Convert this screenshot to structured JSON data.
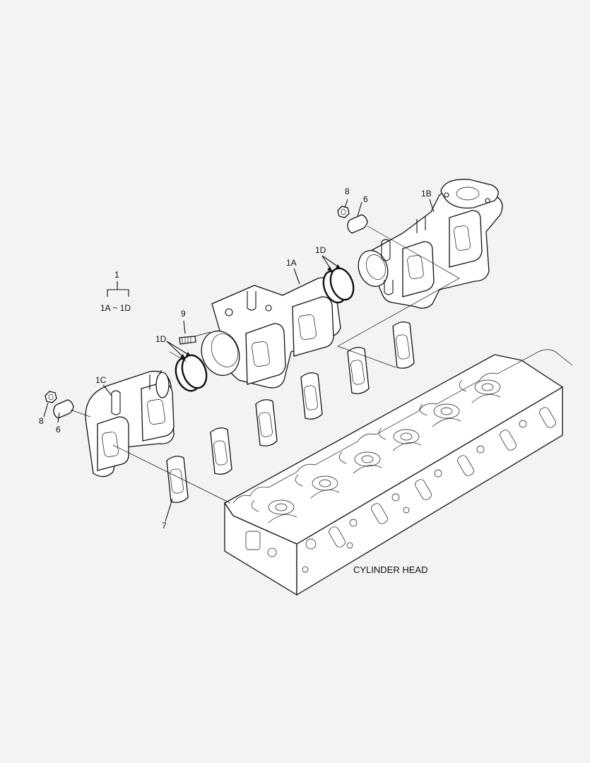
{
  "labels": {
    "item1": "1",
    "item1_range": "1A ~ 1D",
    "item1A": "1A",
    "item1B": "1B",
    "item1C": "1C",
    "item1D_left": "1D",
    "item1D_right": "1D",
    "item6_left": "6",
    "item6_right": "6",
    "item7": "7",
    "item8_left": "8",
    "item8_right": "8",
    "item9": "9",
    "cylinder_head": "CYLINDER HEAD"
  },
  "colors": {
    "background": "#f3f3f3",
    "line": "#111111",
    "fill": "#ffffff"
  }
}
